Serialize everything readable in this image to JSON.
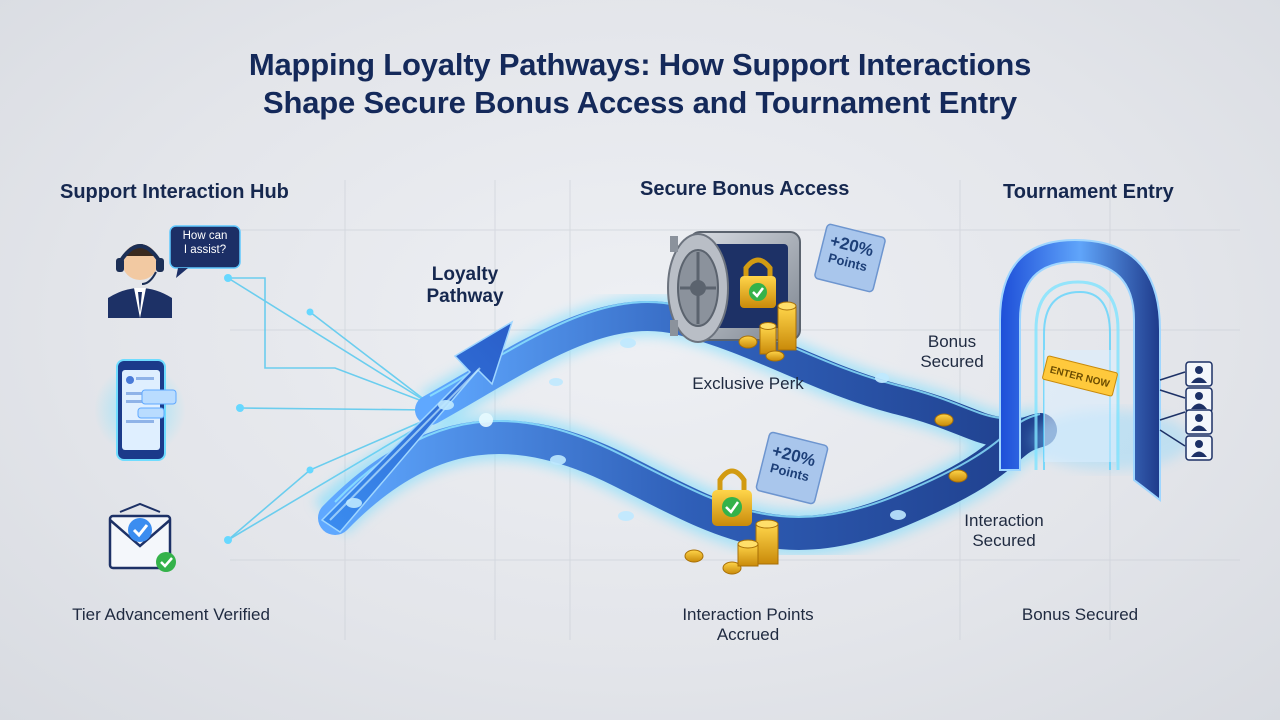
{
  "title": {
    "line1": "Mapping Loyalty Pathways: How Support Interactions",
    "line2": "Shape Secure Bonus Access and Tournament Entry"
  },
  "sections": {
    "support_hub": "Support Interaction Hub",
    "secure_bonus": "Secure Bonus Access",
    "tournament": "Tournament Entry"
  },
  "support_hub": {
    "speech_bubble": {
      "line1": "How can",
      "line2": "I assist?"
    },
    "bottom_label": "Tier Advancement Verified"
  },
  "pathway": {
    "label_line1": "Loyalty",
    "label_line2": "Pathway"
  },
  "secure_bonus": {
    "vault_label": "Exclusive Perk",
    "badge_top": {
      "line1": "+20%",
      "line2": "Points"
    },
    "badge_bottom": {
      "line1": "+20%",
      "line2": "Points"
    },
    "bottom_label": {
      "line1": "Interaction Points",
      "line2": "Accrued"
    }
  },
  "tournament": {
    "label_bonus": {
      "line1": "Bonus",
      "line2": "Secured"
    },
    "label_interaction": {
      "line1": "Interaction",
      "line2": "Secured"
    },
    "enter_sign": "ENTER NOW",
    "bottom_label": "Bonus Secured"
  },
  "colors": {
    "navy": "#14295a",
    "path_blue": "#2f5fb8",
    "glow_cyan": "#4fd2ff",
    "gold": "#e0a91c",
    "check_green": "#34b24a"
  },
  "icons": [
    "headset-agent-icon",
    "chat-bubble-icon",
    "smartphone-icon",
    "envelope-check-icon",
    "vault-icon",
    "padlock-icon",
    "coin-stack-icon",
    "points-badge-icon",
    "portal-arch-icon",
    "user-list-icon"
  ]
}
